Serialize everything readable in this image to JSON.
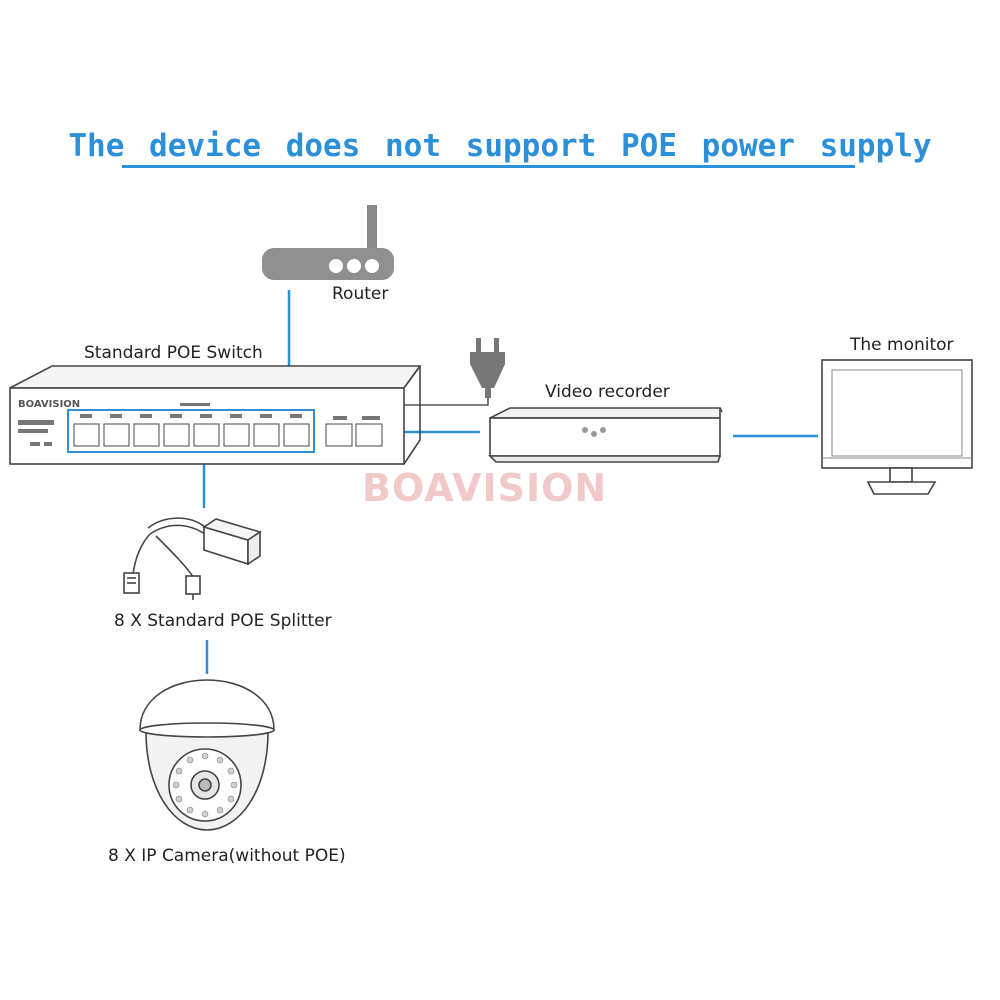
{
  "title": "The device does not support POE power supply",
  "watermark": "BOAVISION",
  "colors": {
    "title": "#2b8fd9",
    "link": "#2b8fd9",
    "sketch": "#444444"
  },
  "devices": {
    "router": {
      "label": "Router",
      "icon": "router-icon"
    },
    "switch": {
      "label": "Standard POE Switch",
      "brand": "BOAVISION",
      "icon": "poe-switch-icon"
    },
    "power_plug": {
      "icon": "power-plug-icon"
    },
    "recorder": {
      "label": "Video recorder",
      "icon": "video-recorder-icon"
    },
    "monitor": {
      "label": "The monitor",
      "icon": "monitor-icon"
    },
    "splitter": {
      "label": "8 X Standard POE Splitter",
      "icon": "poe-splitter-icon"
    },
    "camera": {
      "label": "8 X IP Camera(without POE)",
      "icon": "dome-camera-icon"
    }
  }
}
